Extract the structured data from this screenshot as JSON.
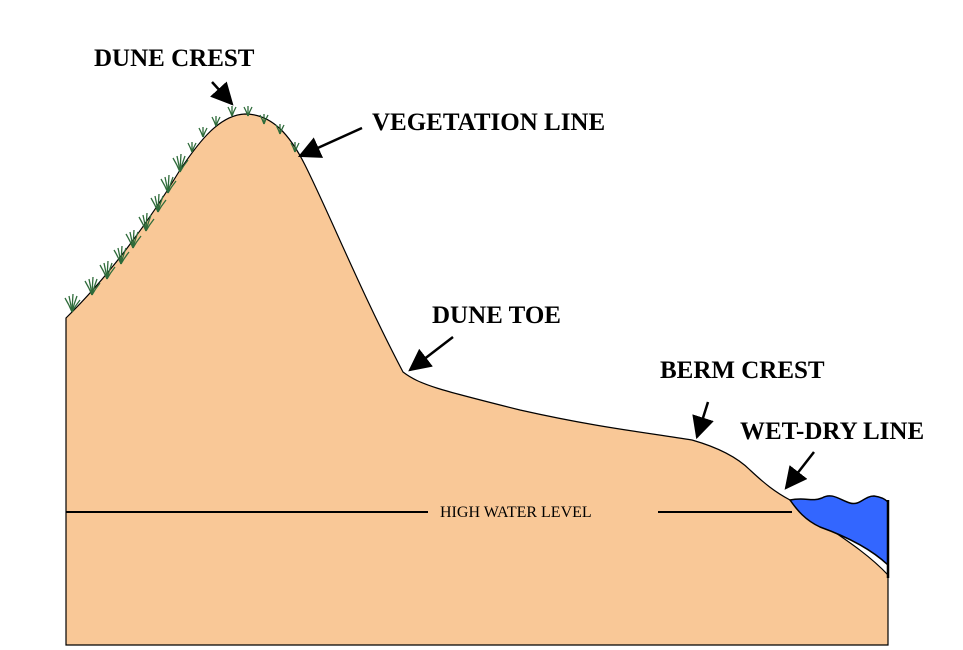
{
  "labels": {
    "dune_crest": "DUNE CREST",
    "vegetation_line": "VEGETATION LINE",
    "dune_toe": "DUNE TOE",
    "berm_crest": "BERM CREST",
    "wet_dry_line": "WET-DRY LINE",
    "high_water_level": "HIGH WATER LEVEL"
  },
  "colors": {
    "sand": "#F9C897",
    "water": "#3366FF",
    "grass": "#2E6B3A",
    "outline": "#000000",
    "background": "#FFFFFF"
  }
}
